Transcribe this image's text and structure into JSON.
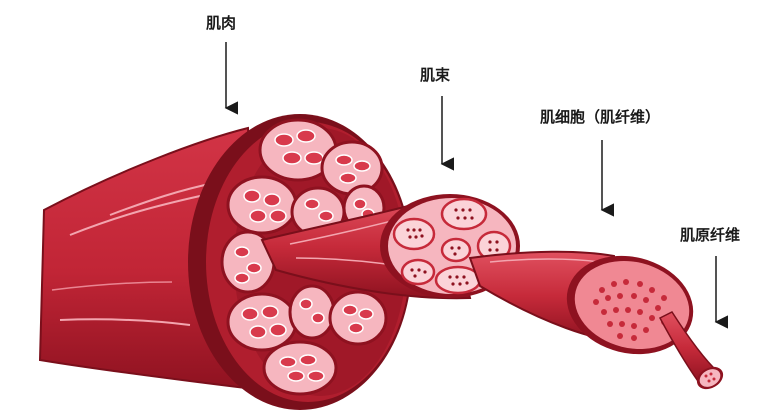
{
  "labels": {
    "muscle": "肌肉",
    "fascicle": "肌束",
    "fiber": "肌细胞（肌纤维）",
    "myofibril": "肌原纤维"
  },
  "colors": {
    "dark_red": "#8e1220",
    "red": "#c62a3a",
    "mid_red": "#dd4658",
    "pink": "#f5b2bb",
    "light_pink": "#fbd3d8",
    "white": "#ffffff"
  }
}
